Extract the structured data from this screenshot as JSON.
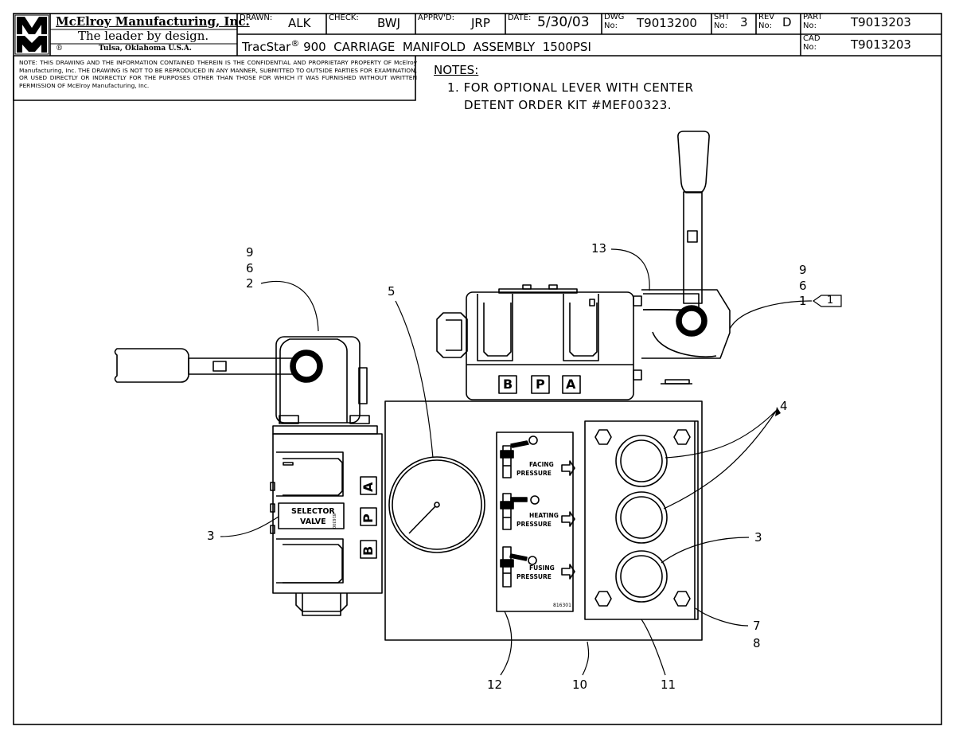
{
  "title_block": {
    "company": "McElroy Manufacturing, Inc.",
    "tagline": "The leader by design.",
    "location": "Tulsa, Oklahoma U.S.A.",
    "registered_mark": "®",
    "logo_letters": "MMI",
    "drawn_label": "DRAWN:",
    "drawn": "ALK",
    "check_label": "CHECK:",
    "check": "BWJ",
    "approved_label": "APPRV'D:",
    "approved": "JRP",
    "date_label": "DATE:",
    "date": "5/30/03",
    "dwg_label_1": "DWG",
    "dwg_label_2": "No:",
    "dwg": "T9013200",
    "sht_label_1": "SHT",
    "sht_label_2": "No:",
    "sht": "3",
    "rev_label_1": "REV",
    "rev_label_2": "No:",
    "rev": "D",
    "part_label_1": "PART",
    "part_label_2": "No:",
    "part": "T9013203",
    "cad_label_1": "CAD",
    "cad_label_2": "No:",
    "cad": "T9013203",
    "title_prefix": "TracStar",
    "title_mark": "®",
    "title_rest": " 900  CARRIAGE  MANIFOLD  ASSEMBLY  1500PSI"
  },
  "confidential_note": "NOTE: THIS DRAWING AND THE INFORMATION CONTAINED THEREIN IS THE CONFIDENTIAL AND PROPRIETARY PROPERTY OF McElroy Manufacturing, Inc. THE DRAWING IS NOT TO BE REPRODUCED IN ANY MANNER, SUBMITTED TO OUTSIDE PARTIES FOR EXAMINATION, OR USED DIRECTLY OR INDIRECTLY FOR THE PURPOSES OTHER THAN THOSE FOR WHICH IT WAS FURNISHED WITHOUT WRITTEN PERMISSION OF McElroy Manufacturing, Inc.",
  "notes": {
    "header": "NOTES:",
    "line1": "1. FOR OPTIONAL LEVER WITH CENTER",
    "line2": "DETENT ORDER KIT #MEF00323."
  },
  "callouts": {
    "left_valve_stack": [
      "9",
      "6",
      "2"
    ],
    "top_valve_stack": [
      "9",
      "6",
      "1"
    ],
    "flag": "1",
    "gauge": "5",
    "lever_top": "13",
    "knobs": "4",
    "selector_left": "3",
    "knob_bottom": "3",
    "nuts": [
      "7",
      "8"
    ],
    "label_plate": "12",
    "manifold": "10",
    "knob_panel": "11"
  },
  "port_letters": {
    "top": [
      "B",
      "P",
      "A"
    ],
    "left": [
      "A",
      "P",
      "B"
    ]
  },
  "selector_plate": {
    "line1": "SELECTOR",
    "line2": "VALVE",
    "part_no": "816300"
  },
  "pressure_plate": {
    "items": [
      {
        "line1": "FACING",
        "line2": "PRESSURE"
      },
      {
        "line1": "HEATING",
        "line2": "PRESSURE"
      },
      {
        "line1": "FUSING",
        "line2": "PRESSURE"
      }
    ],
    "part_no": "816301"
  }
}
